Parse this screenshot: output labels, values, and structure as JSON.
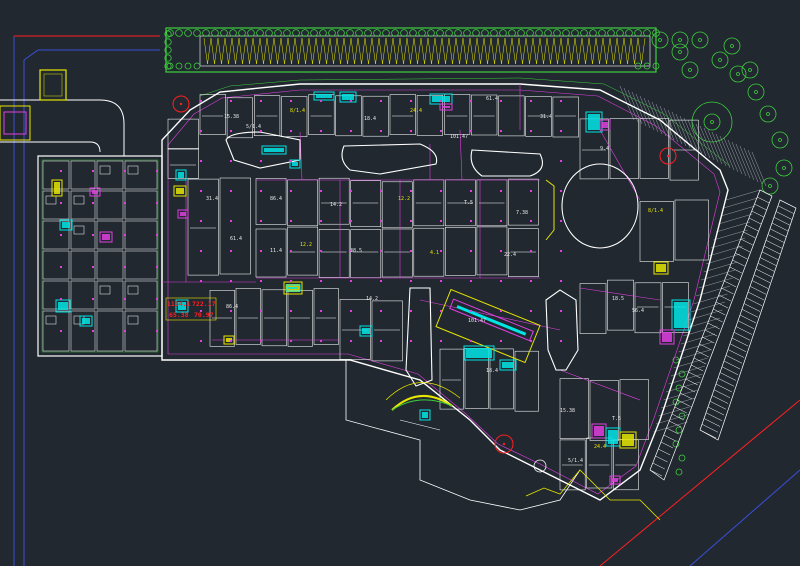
{
  "drawing": {
    "background": "#212830",
    "colors": {
      "outline": "#ffffff",
      "wall": "#e8e8e8",
      "magenta": "#e040e0",
      "cyan": "#00e5e5",
      "yellow": "#e6e600",
      "green": "#3ecf3e",
      "red": "#ff2020",
      "blue": "#3b4fd9",
      "gray": "#9aa0a6"
    },
    "red_labels": [
      "1134.1",
      "722.17",
      "65.38",
      "70.97"
    ],
    "unit_labels": [
      "8/1.4",
      "101.47",
      "18.4",
      "15.38",
      "5/1.4",
      "24.4",
      "61.4",
      "31.4",
      "86.4",
      "14.2",
      "12.2",
      "T.5",
      "7.38",
      "11.4",
      "38.5",
      "4.1",
      "22.4",
      "18.5",
      "56.4",
      "9.4"
    ]
  }
}
